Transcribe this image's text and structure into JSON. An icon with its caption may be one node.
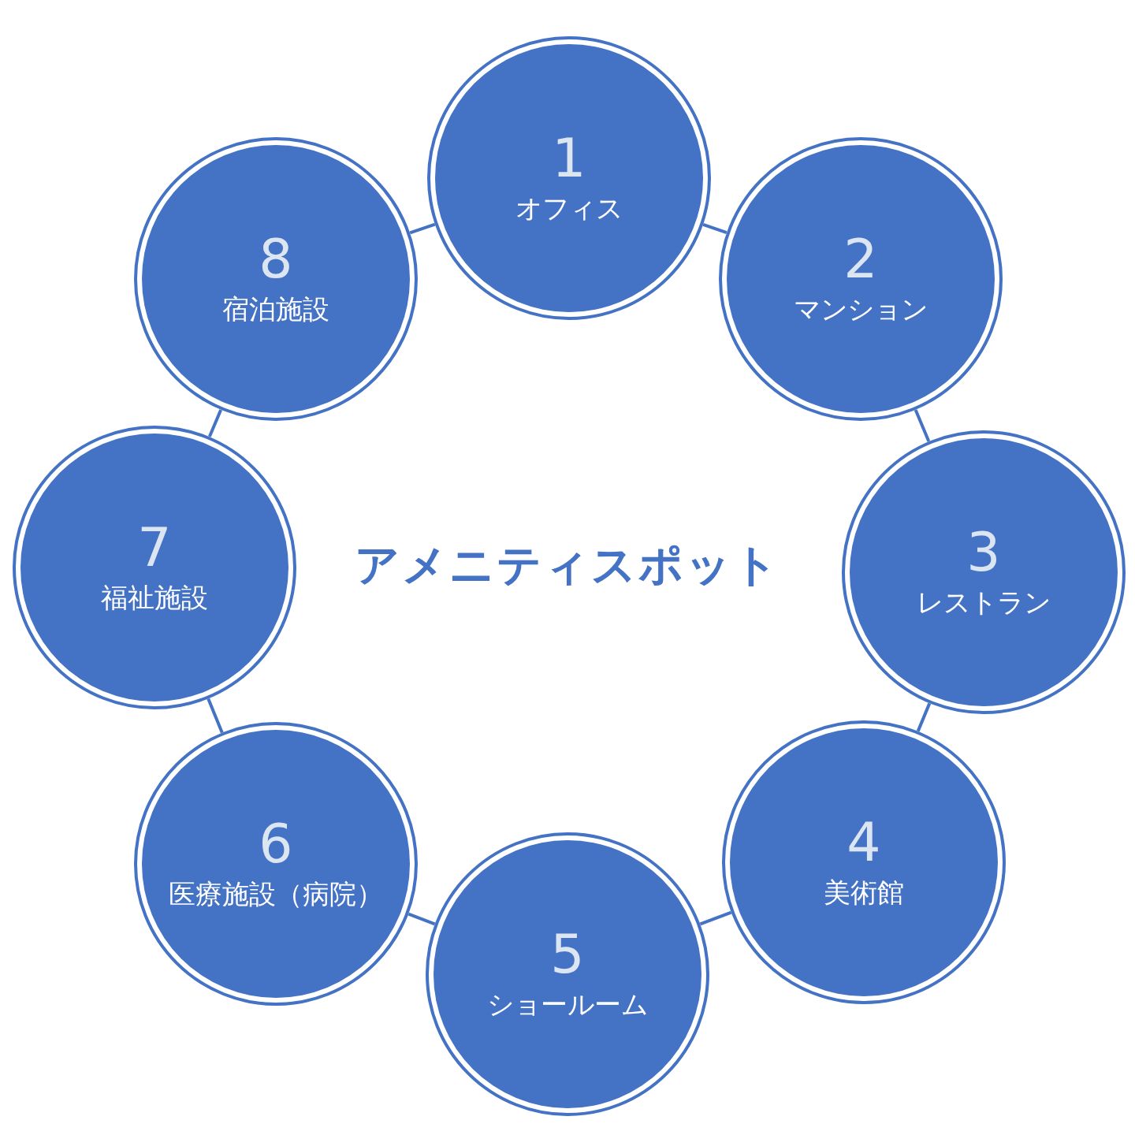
{
  "diagram": {
    "title": "アメニティスポット",
    "nodes": [
      {
        "text": [
          "1",
          "オフィス"
        ]
      },
      {
        "text": [
          "2",
          "マンション"
        ]
      },
      {
        "text": [
          "3",
          "レストラン"
        ]
      },
      {
        "text": [
          "4",
          "美術館"
        ]
      },
      {
        "text": [
          "5",
          "ショールーム"
        ]
      },
      {
        "text": [
          "6",
          "医療施設（病院）"
        ]
      },
      {
        "text": [
          "7",
          "福祉施設"
        ]
      },
      {
        "text": [
          "8",
          "宿泊施設"
        ]
      }
    ],
    "edges": [
      {
        "from": 0,
        "to": 1,
        "arrow": "none"
      },
      {
        "from": 1,
        "to": 2,
        "arrow": "none"
      },
      {
        "from": 2,
        "to": 3,
        "arrow": "none"
      },
      {
        "from": 3,
        "to": 4,
        "arrow": "none"
      },
      {
        "from": 4,
        "to": 5,
        "arrow": "none"
      },
      {
        "from": 5,
        "to": 6,
        "arrow": "none"
      },
      {
        "from": 6,
        "to": 7,
        "arrow": "none"
      },
      {
        "from": 7,
        "to": 0,
        "arrow": "none"
      }
    ]
  }
}
